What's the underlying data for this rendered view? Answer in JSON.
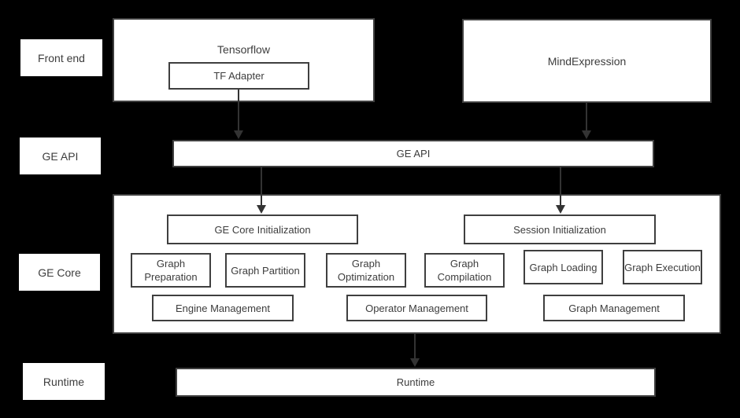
{
  "layer_labels": {
    "front_end": "Front end",
    "ge_api": "GE API",
    "ge_core": "GE Core",
    "runtime": "Runtime"
  },
  "front_end": {
    "tensorflow_label": "Tensorflow",
    "tf_adapter_label": "TF Adapter",
    "mindexpression_label": "MindExpression"
  },
  "ge_api": {
    "label": "GE API"
  },
  "ge_core": {
    "ge_core_init_label": "GE Core Initialization",
    "session_init_label": "Session Initialization",
    "modules": [
      "Graph Preparation",
      "Graph Partition",
      "Graph Optimization",
      "Graph Compilation",
      "Graph Loading",
      "Graph Execution"
    ],
    "management": [
      "Engine Management",
      "Operator Management",
      "Graph Management"
    ]
  },
  "runtime": {
    "label": "Runtime"
  },
  "colors": {
    "background": "#000000",
    "box_fill": "#ffffff",
    "border": "#3f3f3f",
    "text": "#3d3d3d",
    "arrow": "#333333"
  }
}
